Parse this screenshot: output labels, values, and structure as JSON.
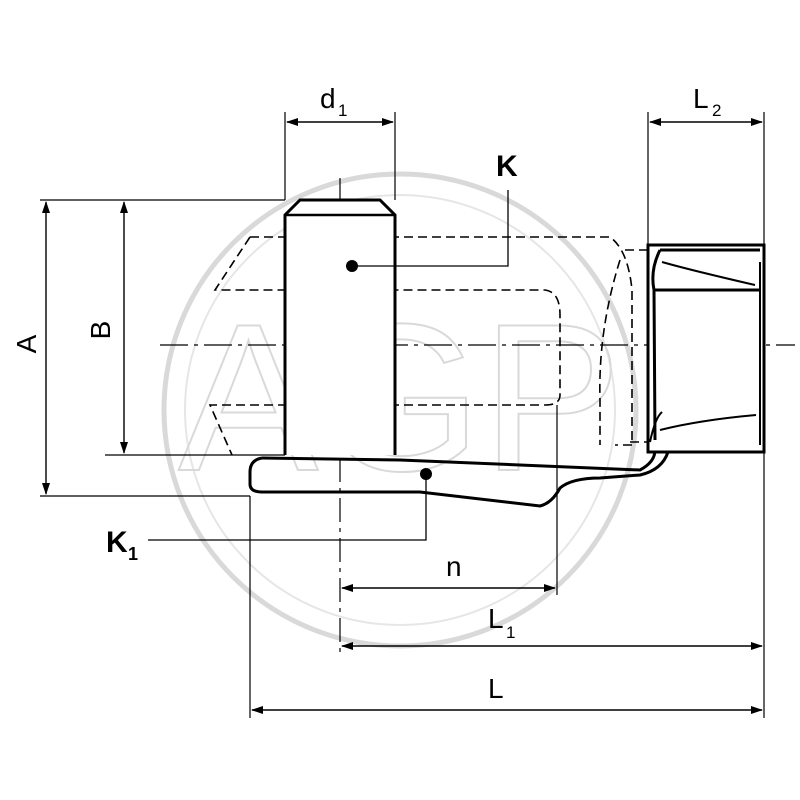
{
  "watermark": {
    "text": "AGP",
    "color": "#d9d9d9"
  },
  "colors": {
    "line": "#000000",
    "background": "#ffffff"
  },
  "labels": {
    "d": "d",
    "d_sub": "1",
    "l2": "L",
    "l2_sub": "2",
    "k": "K",
    "k1": "K",
    "k1_sub": "1",
    "a": "A",
    "b": "B",
    "n": "n",
    "l1": "L",
    "l1_sub": "1",
    "l": "L"
  }
}
